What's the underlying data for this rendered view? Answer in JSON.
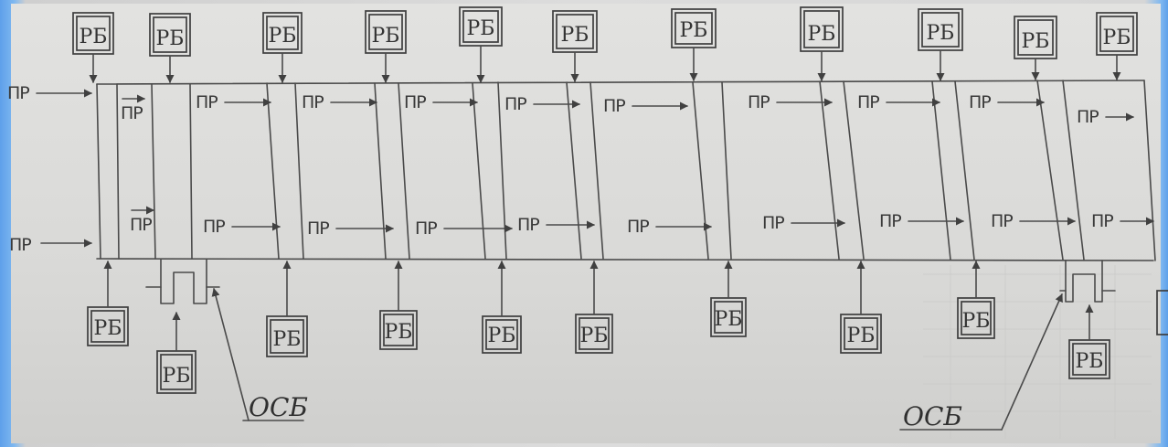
{
  "labels": {
    "rb": "РБ",
    "pr": "ПР",
    "osb": "ОСБ"
  },
  "colors": {
    "ink": "#3e3e3e",
    "paper": "#dcdcda",
    "frame_accent": "#5ea0ea"
  }
}
